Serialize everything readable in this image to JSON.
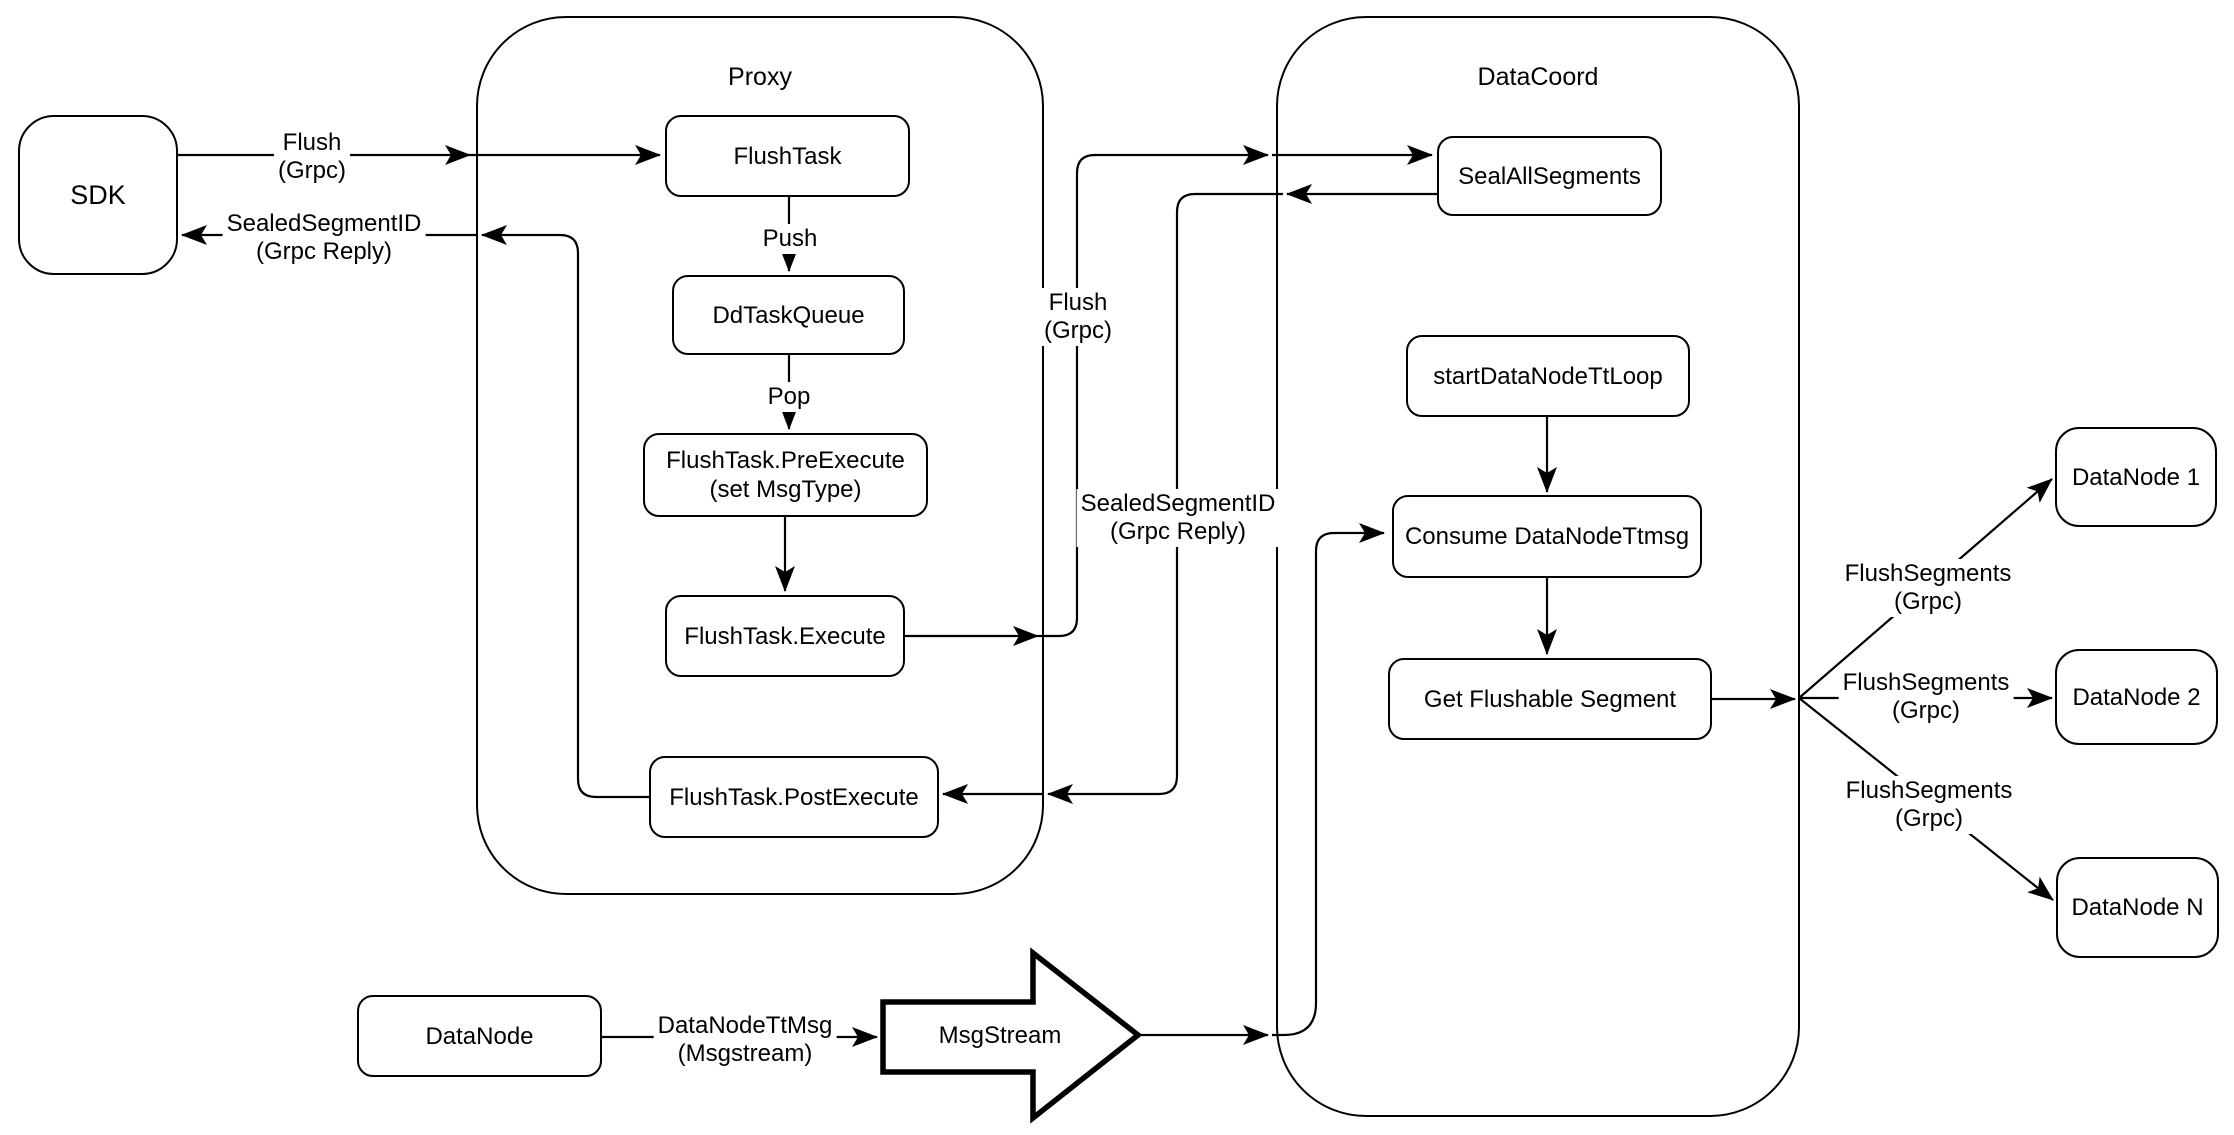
{
  "containers": {
    "proxy": {
      "title": "Proxy"
    },
    "datacoord": {
      "title": "DataCoord"
    }
  },
  "nodes": {
    "sdk": {
      "label": "SDK"
    },
    "flush_task": {
      "label": "FlushTask"
    },
    "dd_task_queue": {
      "label": "DdTaskQueue"
    },
    "pre_execute": {
      "line1": "FlushTask.PreExecute",
      "line2": "(set MsgType)"
    },
    "execute": {
      "label": "FlushTask.Execute"
    },
    "post_execute": {
      "label": "FlushTask.PostExecute"
    },
    "seal_all_segments": {
      "label": "SealAllSegments"
    },
    "start_data_node_tt_loop": {
      "label": "startDataNodeTtLoop"
    },
    "consume_data_node_ttmsg": {
      "label": "Consume DataNodeTtmsg"
    },
    "get_flushable_segment": {
      "label": "Get Flushable Segment"
    },
    "data_node_1": {
      "label": "DataNode 1"
    },
    "data_node_2": {
      "label": "DataNode 2"
    },
    "data_node_n": {
      "label": "DataNode N"
    },
    "data_node": {
      "label": "DataNode"
    },
    "msg_stream": {
      "label": "MsgStream"
    }
  },
  "edge_labels": {
    "flush_grpc_sdk": {
      "line1": "Flush",
      "line2": "(Grpc)"
    },
    "sealed_segment_id_sdk": {
      "line1": "SealedSegmentID",
      "line2": "(Grpc Reply)"
    },
    "push": {
      "text": "Push"
    },
    "pop": {
      "text": "Pop"
    },
    "flush_grpc_datacoord": {
      "line1": "Flush",
      "line2": "(Grpc)"
    },
    "sealed_segment_id_reply": {
      "line1": "SealedSegmentID",
      "line2": "(Grpc Reply)"
    },
    "flush_segments_1": {
      "line1": "FlushSegments",
      "line2": "(Grpc)"
    },
    "flush_segments_2": {
      "line1": "FlushSegments",
      "line2": "(Grpc)"
    },
    "flush_segments_3": {
      "line1": "FlushSegments",
      "line2": "(Grpc)"
    },
    "data_node_tt_msg": {
      "line1": "DataNodeTtMsg",
      "line2": "(Msgstream)"
    }
  },
  "colors": {
    "stroke": "#000000",
    "background": "#ffffff",
    "node_fill": "#ffffff"
  }
}
